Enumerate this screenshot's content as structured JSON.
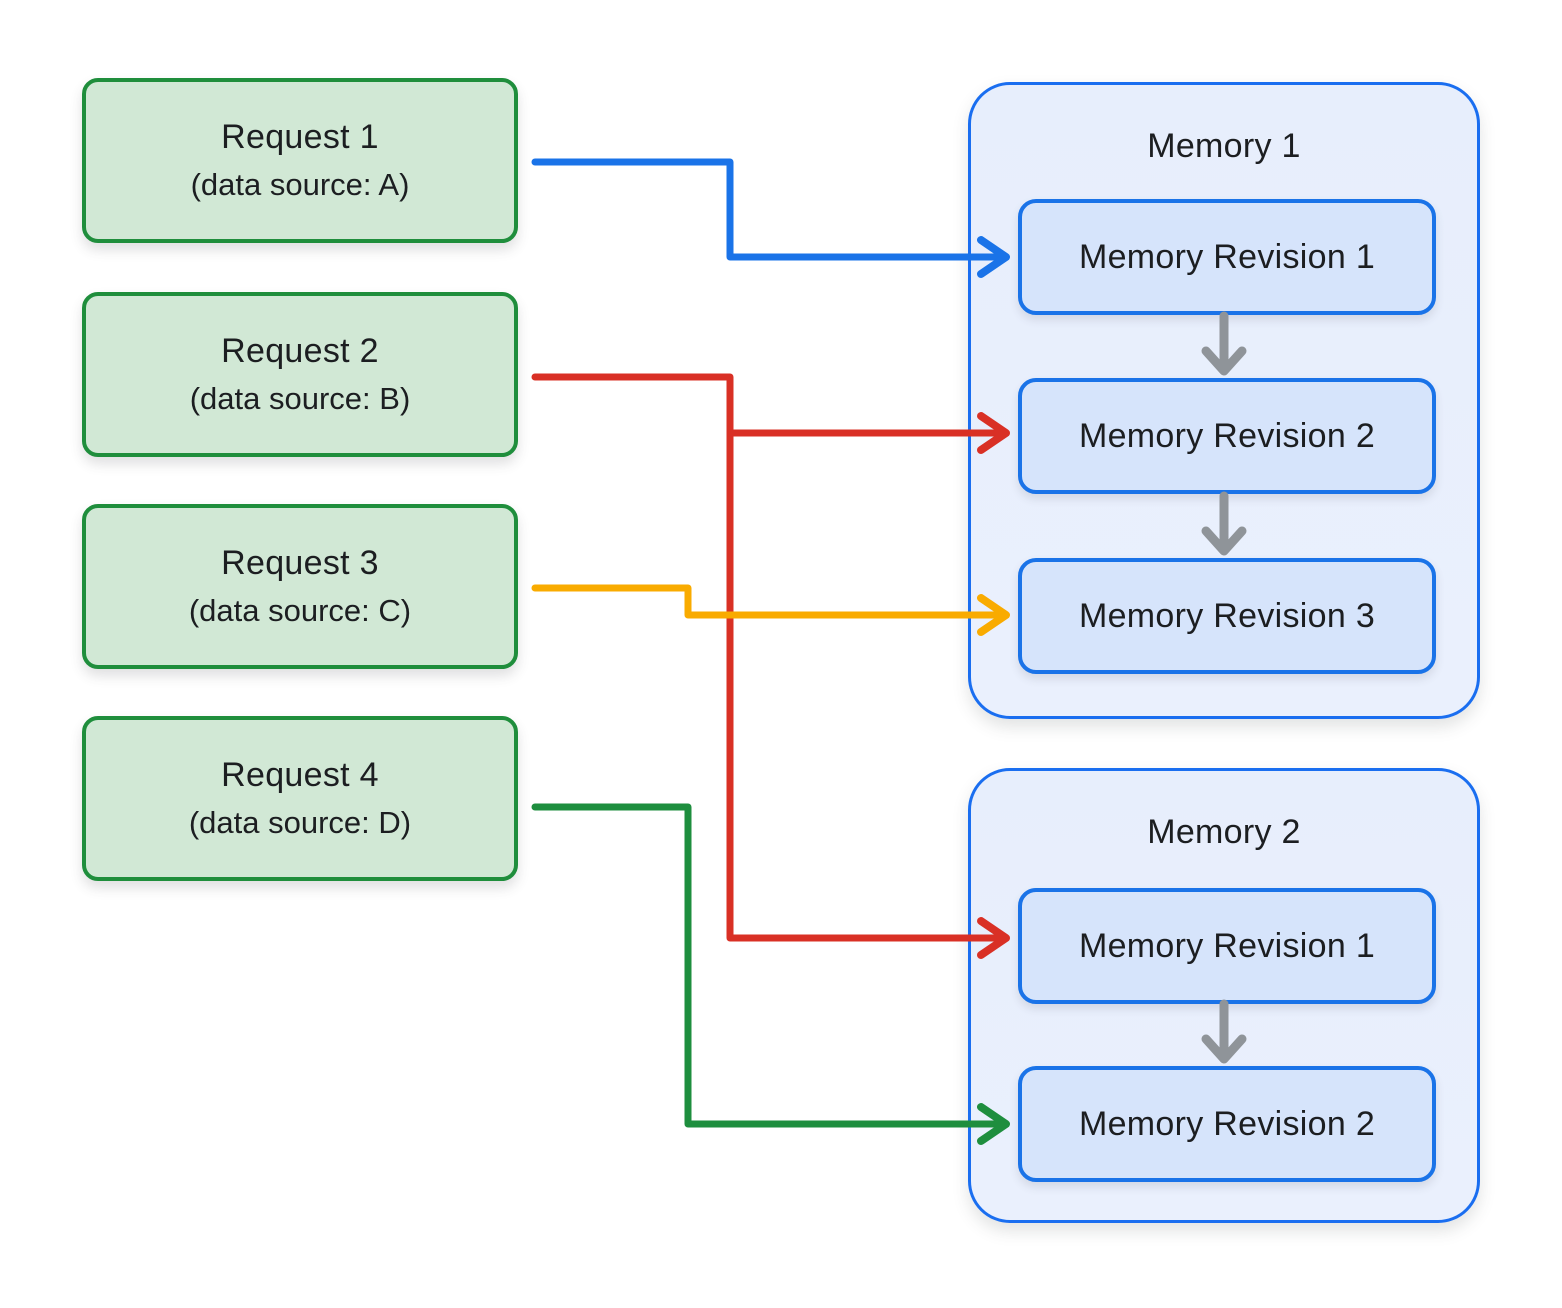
{
  "diagram": {
    "requests": [
      {
        "title": "Request 1",
        "subtitle": "(data source: A)"
      },
      {
        "title": "Request 2",
        "subtitle": "(data source: B)"
      },
      {
        "title": "Request 3",
        "subtitle": "(data source: C)"
      },
      {
        "title": "Request 4",
        "subtitle": "(data source: D)"
      }
    ],
    "memories": [
      {
        "title": "Memory 1",
        "revisions": [
          "Memory Revision 1",
          "Memory Revision 2",
          "Memory Revision 3"
        ]
      },
      {
        "title": "Memory 2",
        "revisions": [
          "Memory Revision 1",
          "Memory Revision 2"
        ]
      }
    ],
    "connections": [
      {
        "from": "Request 1",
        "to": "Memory 1 / Memory Revision 1",
        "color_name": "blue"
      },
      {
        "from": "Request 2",
        "to": "Memory 1 / Memory Revision 2",
        "color_name": "red"
      },
      {
        "from": "Request 2",
        "to": "Memory 2 / Memory Revision 1",
        "color_name": "red"
      },
      {
        "from": "Request 3",
        "to": "Memory 1 / Memory Revision 3",
        "color_name": "yellow"
      },
      {
        "from": "Request 4",
        "to": "Memory 2 / Memory Revision 2",
        "color_name": "green"
      }
    ],
    "colors": {
      "request_fill": "#d1e8d5",
      "request_border": "#1f8e3c",
      "memory_fill": "#e8effc",
      "memory_border": "#1a6ef0",
      "revision_fill": "#d6e4fb",
      "revision_border": "#1a73e8",
      "arrow_blue": "#1a73e8",
      "arrow_red": "#d93025",
      "arrow_yellow": "#f9ab00",
      "arrow_green": "#1e8e3e",
      "arrow_gray": "#8f9499"
    }
  }
}
